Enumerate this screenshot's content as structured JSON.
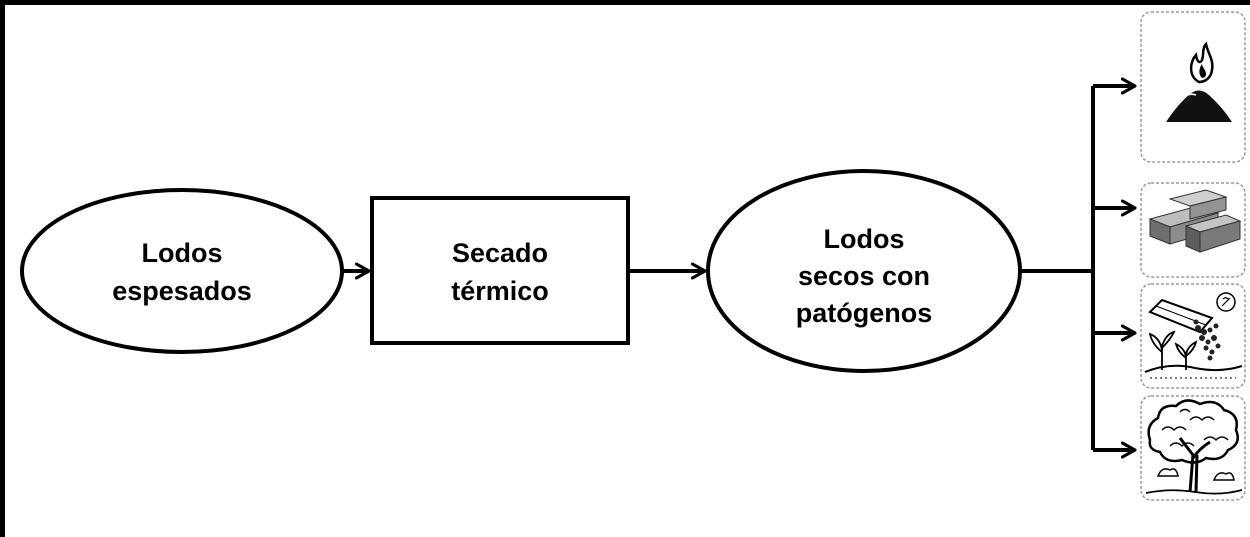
{
  "nodes": {
    "thickened_sludge": {
      "lines": [
        "Lodos",
        "espesados"
      ]
    },
    "thermal_drying": {
      "lines": [
        "Secado",
        "térmico"
      ]
    },
    "dried_sludge": {
      "lines": [
        "Lodos",
        "secos con",
        "patógenos"
      ]
    }
  },
  "outputs": [
    {
      "icon": "burning-fuel-pile-icon"
    },
    {
      "icon": "bricks-icon"
    },
    {
      "icon": "soil-fertilizer-plants-icon"
    },
    {
      "icon": "trees-icon"
    }
  ],
  "colors": {
    "stroke": "#000000",
    "background": "#ffffff",
    "icon_frame": "#9a9a9a"
  }
}
